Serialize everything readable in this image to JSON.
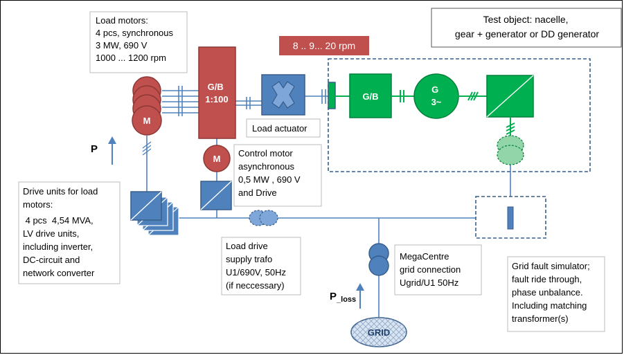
{
  "load_motors_box": {
    "lines": [
      "Load  motors:",
      "4 pcs, synchronous",
      "3 MW, 690 V",
      "1000 ... 1200 rpm"
    ]
  },
  "rpm_label": "8 .. 9... 20 rpm",
  "test_object_box": {
    "lines": [
      "Test object: nacelle,",
      "gear + generator or  DD generator"
    ]
  },
  "load_gearbox": {
    "lines": [
      "G/B",
      "1:100"
    ]
  },
  "motor_symbol": "M",
  "test_gearbox": "G/B",
  "test_generator": {
    "lines": [
      "G",
      "3~"
    ]
  },
  "load_actuator_label": "Load actuator",
  "power_label": "P",
  "control_motor_box": {
    "lines": [
      "Control motor",
      "asynchronous",
      "0,5 MW , 690 V",
      "and Drive"
    ]
  },
  "drive_units_box": {
    "lines": [
      "Drive units for load",
      "motors:",
      " 4 pcs  4,54 MVA,",
      "LV drive units,",
      "including inverter,",
      "DC-circuit  and",
      "network converter"
    ]
  },
  "load_drive_trafo_box": {
    "lines": [
      "Load drive",
      "supply trafo",
      "U1/690V, 50Hz",
      "(if neccessary)"
    ]
  },
  "megacentre_box": {
    "lines": [
      "MegaCentre",
      "grid connection",
      "Ugrid/U1 50Hz"
    ]
  },
  "power_loss_label": {
    "main": "P",
    "sub": "_loss"
  },
  "grid_label": "GRID",
  "grid_fault_box": {
    "lines": [
      "Grid fault simulator;",
      "fault ride through,",
      "phase unbalance.",
      "Including matching",
      "transformer(s)"
    ]
  },
  "colors": {
    "red": "#c0504d",
    "red_dark": "#8c3836",
    "blue": "#4f81bd",
    "blue_dark": "#385d8a",
    "green": "#00b050",
    "green_dark": "#00803a",
    "light_green": "#92d5a8",
    "grid_fill": "#dbe5f1"
  }
}
